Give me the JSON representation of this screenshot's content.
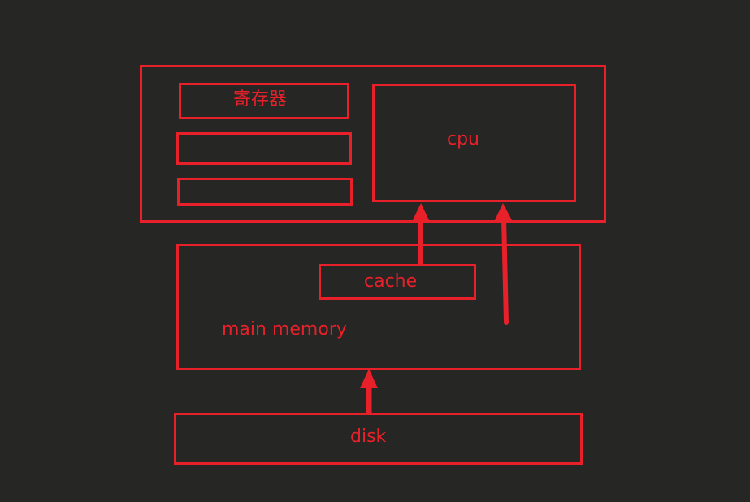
{
  "diagram": {
    "stroke_color": "#e8202a",
    "background_color": "#262624",
    "labels": {
      "register": "寄存器",
      "cpu": "cpu",
      "cache": "cache",
      "main_memory": "main memory",
      "disk": "disk"
    }
  }
}
